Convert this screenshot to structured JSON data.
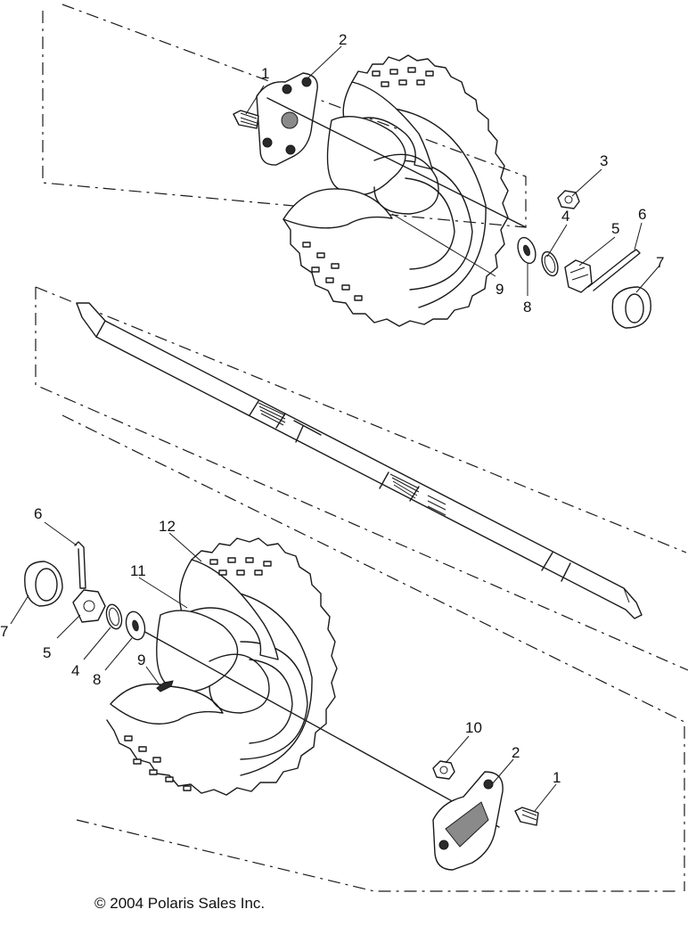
{
  "copyright": "© 2004 Polaris Sales Inc.",
  "callouts": {
    "top": [
      "1",
      "2",
      "3",
      "4",
      "5",
      "6",
      "7",
      "8",
      "9"
    ],
    "bottom": [
      "6",
      "12",
      "11",
      "7",
      "5",
      "4",
      "8",
      "9",
      "10",
      "2",
      "1"
    ]
  }
}
